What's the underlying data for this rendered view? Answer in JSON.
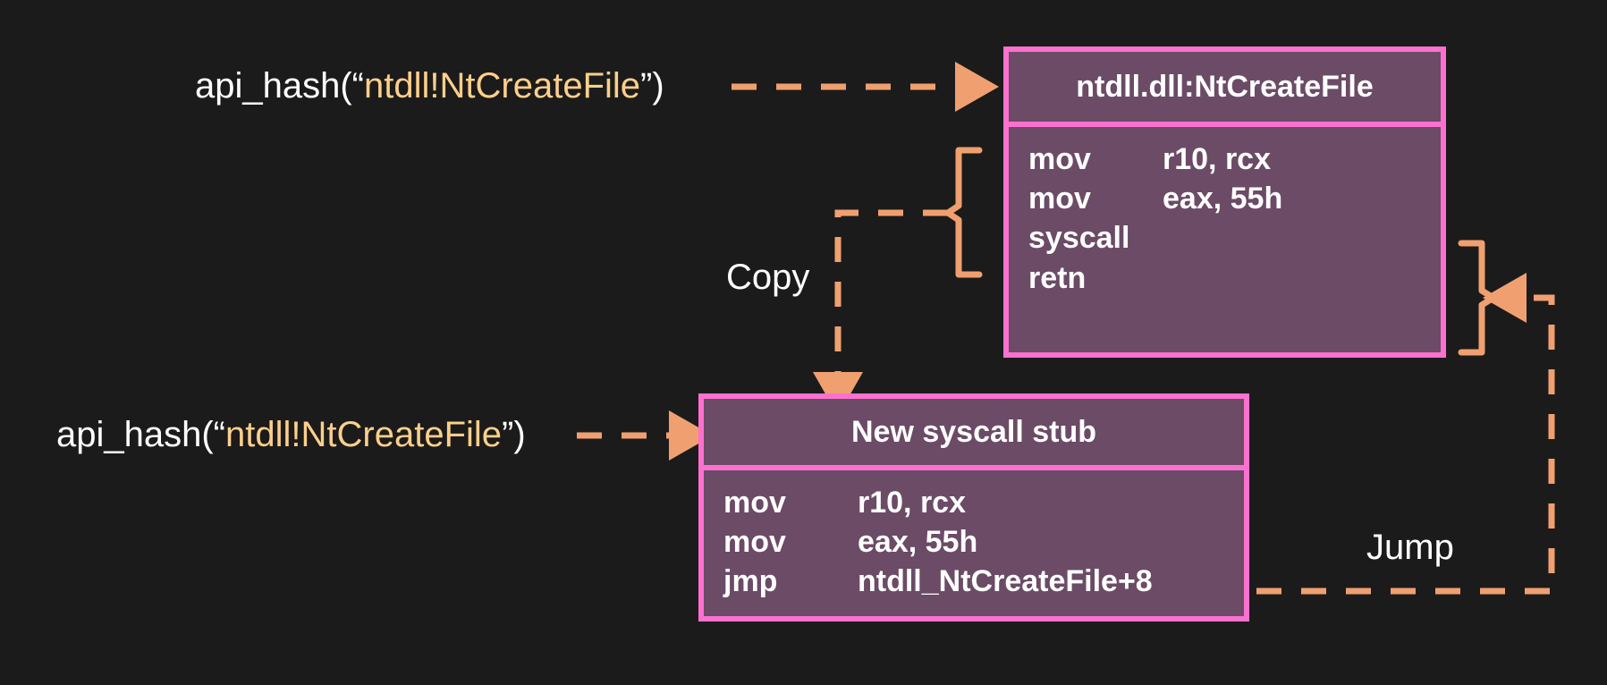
{
  "diagram": {
    "title": "Syscall stub copy and jump diagram",
    "background_color": "#1c1b1b",
    "accent_colors": {
      "box_border": "#fc71cf",
      "box_fill": "#6b4b66",
      "arrow": "#f0a070",
      "text": "#ffffff",
      "string_literal": "#fdcf8b"
    }
  },
  "labels": {
    "hash_top": {
      "prefix": "api_hash(“",
      "arg": "ntdll!NtCreateFile",
      "suffix": "”)"
    },
    "hash_bottom": {
      "prefix": "api_hash(“",
      "arg": "ntdll!NtCreateFile",
      "suffix": "”)"
    },
    "copy": "Copy",
    "jump": "Jump"
  },
  "boxes": {
    "ntdll": {
      "title": "ntdll.dll:NtCreateFile",
      "instructions": [
        {
          "mnemonic": "mov",
          "operands": "r10, rcx"
        },
        {
          "mnemonic": "mov",
          "operands": "eax, 55h"
        },
        {
          "mnemonic": "syscall",
          "operands": ""
        },
        {
          "mnemonic": "retn",
          "operands": ""
        }
      ]
    },
    "stub": {
      "title": "New syscall stub",
      "instructions": [
        {
          "mnemonic": "mov",
          "operands": "r10, rcx"
        },
        {
          "mnemonic": "mov",
          "operands": "eax, 55h"
        },
        {
          "mnemonic": "jmp",
          "operands": "ntdll_NtCreateFile+8"
        }
      ]
    }
  }
}
